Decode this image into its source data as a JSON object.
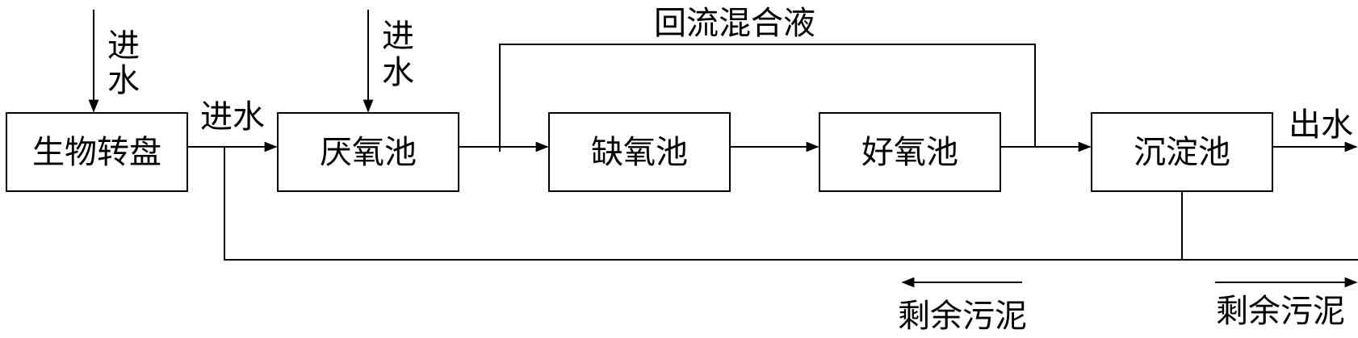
{
  "process": {
    "boxes": {
      "rotating_disc": "生物转盘",
      "anaerobic_tank": "厌氧池",
      "anoxic_tank": "缺氧池",
      "aerobic_tank": "好氧池",
      "settling_tank": "沉淀池"
    },
    "labels": {
      "inflow_1_line1": "进",
      "inflow_1_line2": "水",
      "inflow_2_line1": "进",
      "inflow_2_line2": "水",
      "inflow_mid": "进水",
      "reflux": "回流混合液",
      "outflow": "出水",
      "sludge_left": "剩余污泥",
      "sludge_right": "剩余污泥"
    }
  }
}
